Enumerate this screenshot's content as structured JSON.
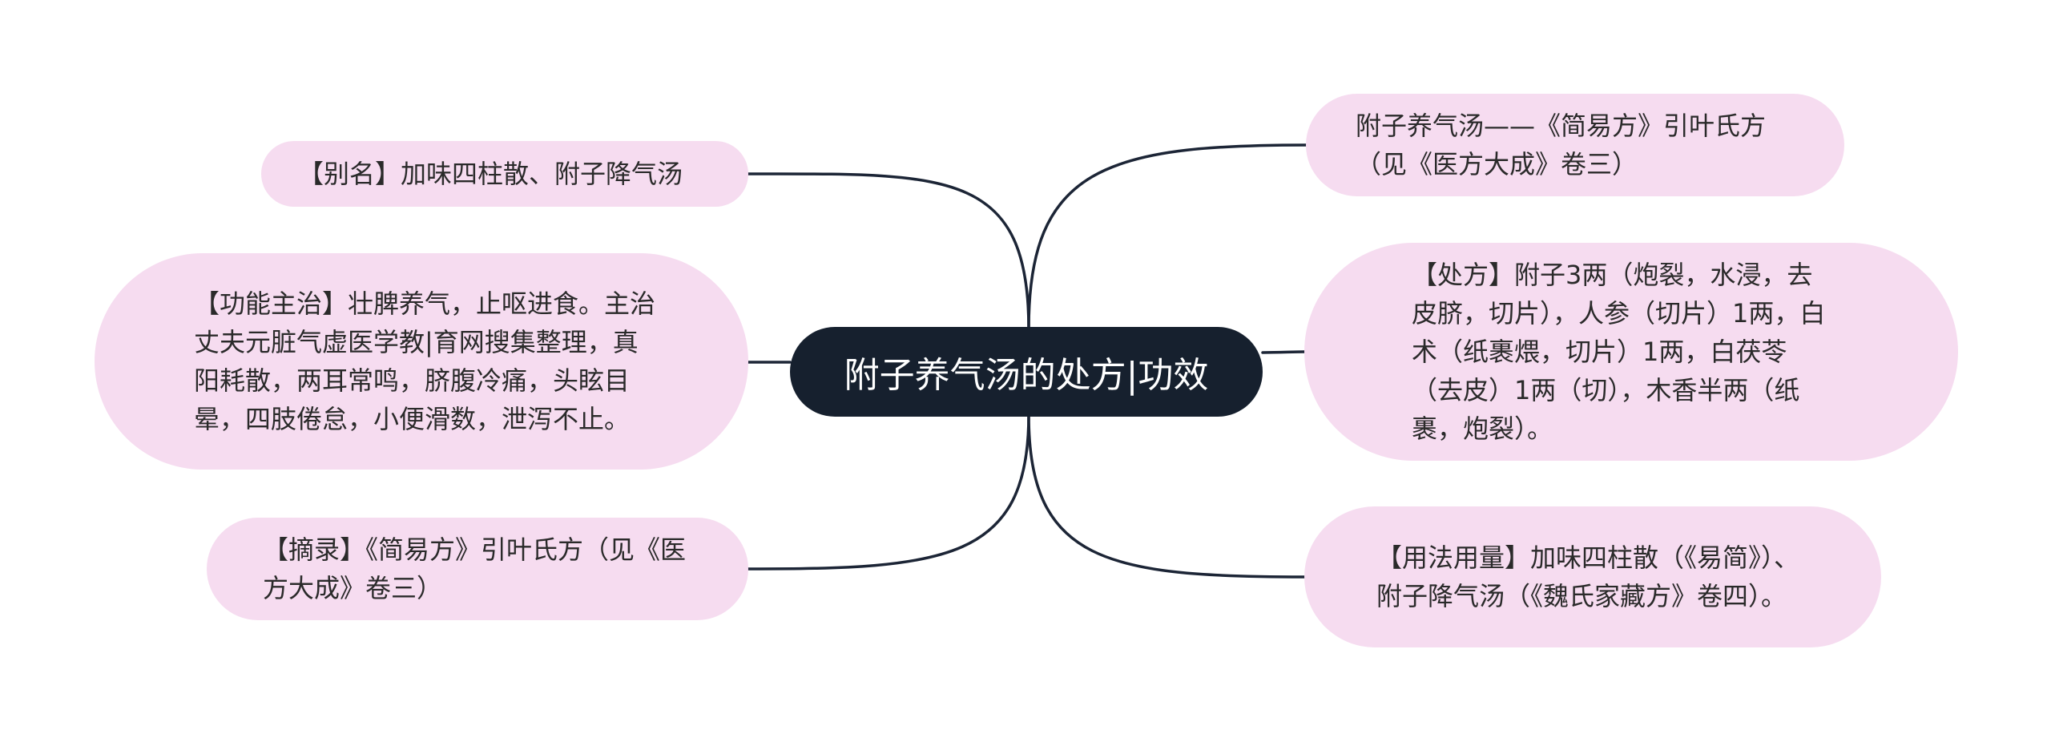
{
  "center": {
    "title": "附子养气汤的处方|功效"
  },
  "left_nodes": {
    "alias": "【别名】加味四柱散、附子降气汤",
    "function": "【功能主治】壮脾养气，止呕进食。主治丈夫元脏气虚医学教|育网搜集整理，真阳耗散，两耳常鸣，脐腹冷痛，头眩目晕，四肢倦怠，小便滑数，泄泻不止。",
    "excerpt": "【摘录】《简易方》引叶氏方（见《医方大成》卷三）"
  },
  "right_nodes": {
    "source": "附子养气汤——《简易方》引叶氏方（见《医方大成》卷三）",
    "prescription": "【处方】附子3两（炮裂，水浸，去皮脐，切片），人参（切片）1两，白术（纸裹煨，切片）1两，白茯苓（去皮）1两（切），木香半两（纸裹，炮裂）。",
    "usage": "【用法用量】加味四柱散（《易简》）、附子降气汤（《魏氏家藏方》卷四）。"
  },
  "colors": {
    "center_bg": "#16202e",
    "node_bg": "#f6dcf0",
    "connector": "#1c2536"
  }
}
